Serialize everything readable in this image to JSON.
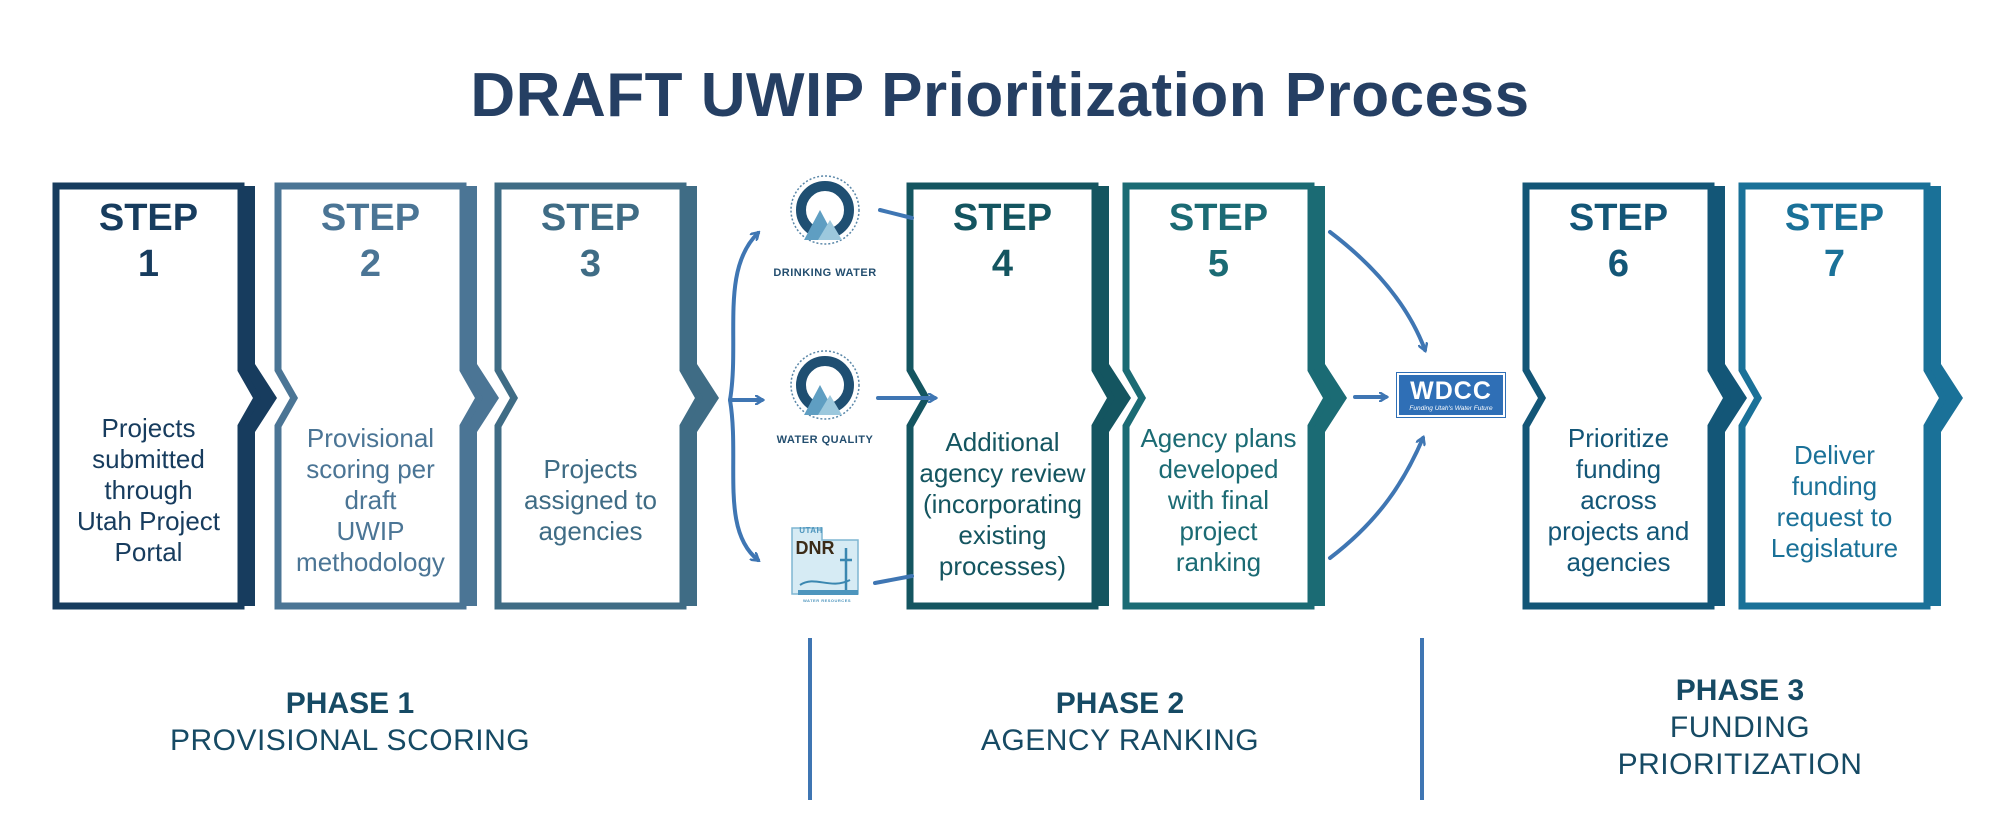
{
  "title": "DRAFT UWIP Prioritization Process",
  "colors": {
    "title": "#253f63",
    "arrow": "#3f76b3",
    "step1": "#173c5e",
    "step2": "#4b7595",
    "step3": "#3f6c85",
    "step4": "#145560",
    "step5": "#1b6b74",
    "step6": "#135677",
    "step7": "#1a7198"
  },
  "steps": [
    {
      "label": "STEP",
      "num": "1",
      "desc": [
        "Projects",
        "submitted",
        "through",
        "Utah Project",
        "Portal"
      ]
    },
    {
      "label": "STEP",
      "num": "2",
      "desc": [
        "Provisional",
        "scoring per",
        "draft",
        "UWIP",
        "methodology"
      ]
    },
    {
      "label": "STEP",
      "num": "3",
      "desc": [
        "Projects",
        "assigned to",
        "agencies"
      ]
    },
    {
      "label": "STEP",
      "num": "4",
      "desc": [
        "Additional",
        "agency review",
        "(incorporating",
        "existing",
        "processes)"
      ]
    },
    {
      "label": "STEP",
      "num": "5",
      "desc": [
        "Agency plans",
        "developed",
        "with final",
        "project",
        "ranking"
      ]
    },
    {
      "label": "STEP",
      "num": "6",
      "desc": [
        "Prioritize",
        "funding",
        "across",
        "projects and",
        "agencies"
      ]
    },
    {
      "label": "STEP",
      "num": "7",
      "desc": [
        "Deliver",
        "funding",
        "request to",
        "Legislature"
      ]
    }
  ],
  "agencies": {
    "drinking_water": "DRINKING WATER",
    "water_quality": "WATER QUALITY",
    "dnr": "DNR",
    "utah": "UTAH",
    "water_resources": "WATER RESOURCES"
  },
  "wdcc": {
    "name": "WDCC",
    "tagline": "Funding Utah's Water Future"
  },
  "phases": [
    {
      "num": "PHASE 1",
      "name": [
        "PROVISIONAL SCORING"
      ]
    },
    {
      "num": "PHASE 2",
      "name": [
        "AGENCY RANKING"
      ]
    },
    {
      "num": "PHASE 3",
      "name": [
        "FUNDING",
        "PRIORITIZATION"
      ]
    }
  ]
}
